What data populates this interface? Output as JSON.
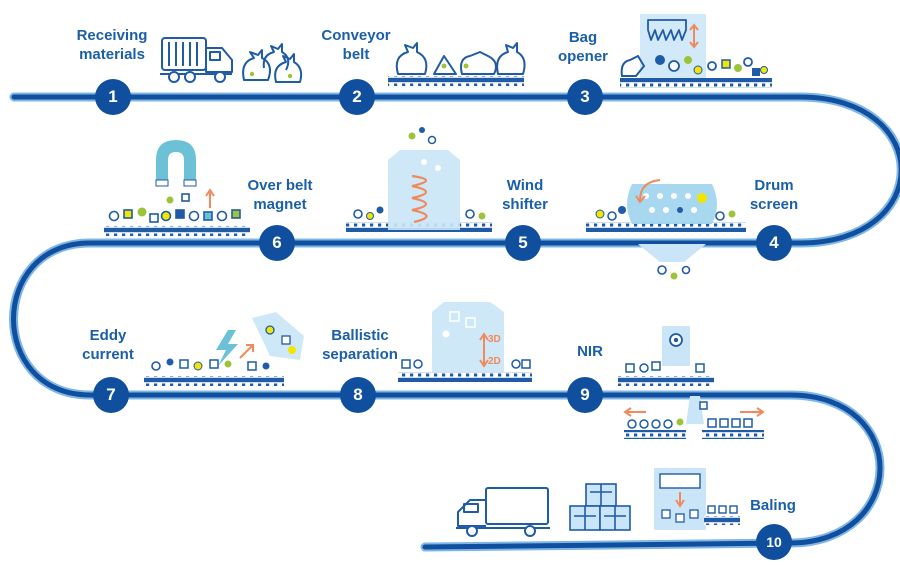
{
  "colors": {
    "path": "#0f4f9e",
    "path_light": "#7fb6e6",
    "label": "#1b5fa8",
    "belt": "#1f5ba6",
    "machine_fill": "#c9e5f7",
    "accent_orange": "#f08a5d",
    "accent_green": "#9cc43a",
    "accent_yellow": "#f2e500",
    "accent_teal": "#6cc1d6"
  },
  "steps": [
    {
      "number": "1",
      "label_lines": [
        "Receiving",
        "materials"
      ]
    },
    {
      "number": "2",
      "label_lines": [
        "Conveyor",
        "belt"
      ]
    },
    {
      "number": "3",
      "label_lines": [
        "Bag",
        "opener"
      ]
    },
    {
      "number": "4",
      "label_lines": [
        "Drum",
        "screen"
      ]
    },
    {
      "number": "5",
      "label_lines": [
        "Wind",
        "shifter"
      ]
    },
    {
      "number": "6",
      "label_lines": [
        "Over belt",
        "magnet"
      ]
    },
    {
      "number": "7",
      "label_lines": [
        "Eddy",
        "current"
      ]
    },
    {
      "number": "8",
      "label_lines": [
        "Ballistic",
        "separation"
      ]
    },
    {
      "number": "9",
      "label_lines": [
        "NIR"
      ]
    },
    {
      "number": "10",
      "label_lines": [
        "Baling"
      ]
    }
  ],
  "annotations": {
    "label_3d": "3D",
    "label_2d": "2D"
  },
  "icons": [
    "garbage-truck-icon",
    "trash-bag-icon",
    "magnet-icon",
    "lightning-icon",
    "delivery-truck-icon",
    "bale-icon"
  ]
}
